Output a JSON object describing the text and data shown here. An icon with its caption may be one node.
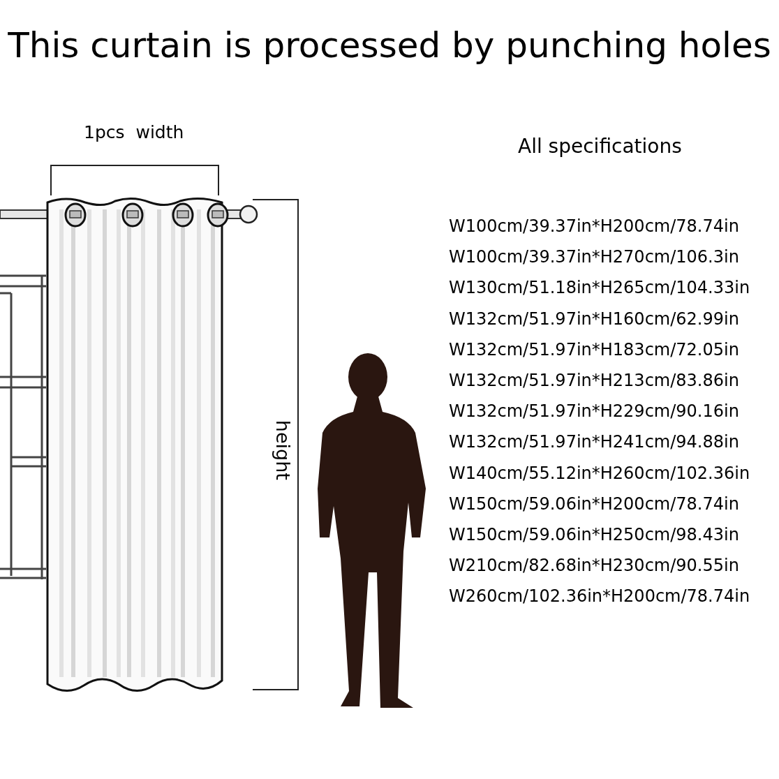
{
  "diagram": {
    "title": "This curtain is processed by punching holes",
    "labels": [
      "1pcs  width",
      "height",
      "All specifications",
      "W100cm/39.37in*H200cm/78.74in",
      "W100cm/39.37in*H270cm/106.3in",
      "W130cm/51.18in*H265cm/104.33in",
      "W132cm/51.97in*H160cm/62.99in",
      "W132cm/51.97in*H183cm/72.05in",
      "W132cm/51.97in*H213cm/83.86in",
      "W132cm/51.97in*H229cm/90.16in",
      "W132cm/51.97in*H241cm/94.88in",
      "W140cm/55.12in*H260cm/102.36in",
      "W150cm/59.06in*H200cm/78.74in",
      "W150cm/59.06in*H250cm/98.43in",
      "W210cm/82.68in*H230cm/90.55in",
      "W260cm/102.36in*H200cm/78.74in"
    ]
  }
}
